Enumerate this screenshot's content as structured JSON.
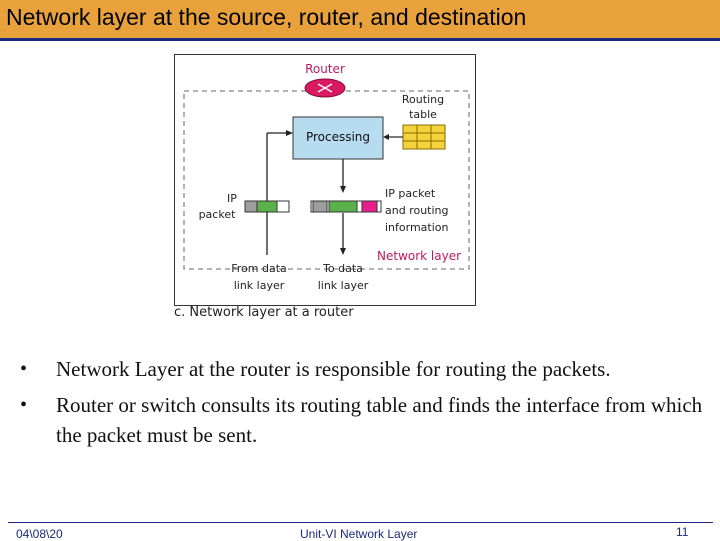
{
  "slide": {
    "title": "Network layer at the source, router, and destination",
    "colors": {
      "title_bar": "#e9a23b",
      "rule": "#1a2a80",
      "accent_red": "#c2185b"
    }
  },
  "figure": {
    "router_label": "Router",
    "routing_table_label_line1": "Routing",
    "routing_table_label_line2": "table",
    "processing_label": "Processing",
    "ip_packet_label_line1": "IP",
    "ip_packet_label_line2": "packet",
    "ip_routing_label_line1": "IP packet",
    "ip_routing_label_line2": "and routing",
    "ip_routing_label_line3": "information",
    "network_layer_label": "Network layer",
    "from_label_line1": "From data",
    "from_label_line2": "link layer",
    "to_label_line1": "To data",
    "to_label_line2": "link layer",
    "caption": "c. Network layer at a router"
  },
  "bullets": [
    {
      "text": "Network Layer at the router is responsible for routing the packets."
    },
    {
      "text": "Router or switch consults its routing table and finds the interface from which the packet must be sent."
    }
  ],
  "bullet_symbol": "•",
  "footer": {
    "date": "04\\08\\20",
    "course": "Unit-VI Network Layer",
    "page": "11"
  }
}
